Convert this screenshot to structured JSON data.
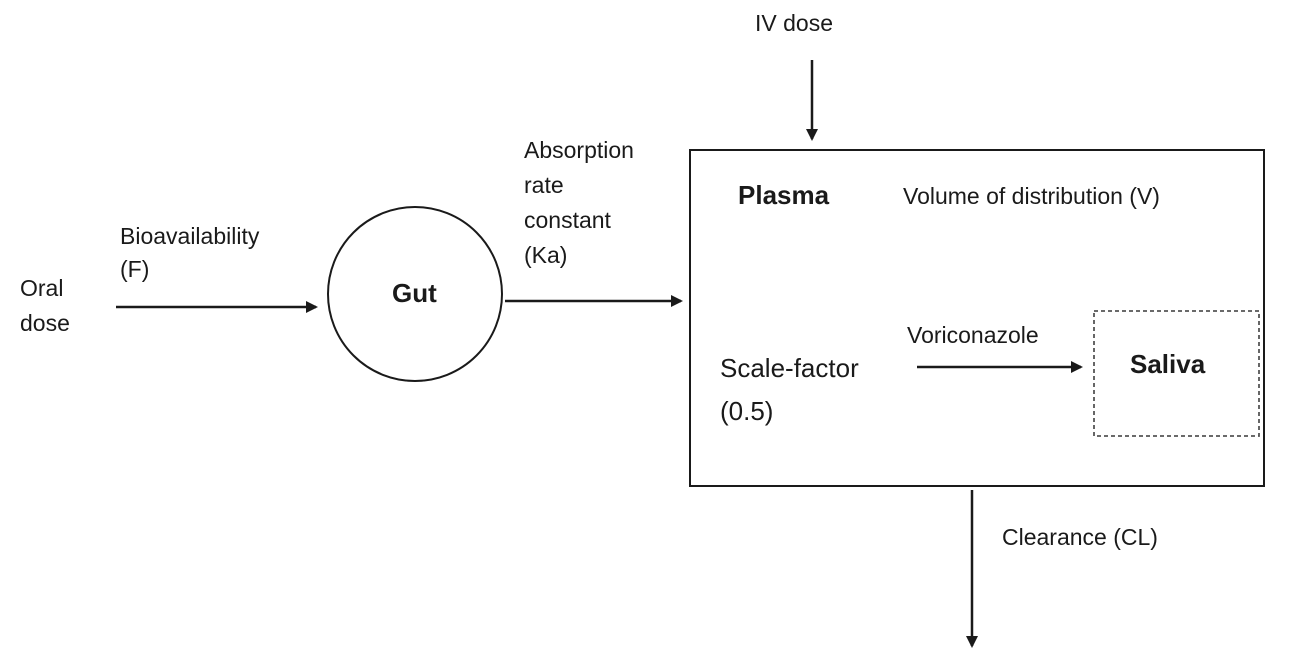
{
  "labels": {
    "iv_dose": "IV dose",
    "oral_dose_line1": "Oral",
    "oral_dose_line2": "dose",
    "bioavailability_line1": "Bioavailability",
    "bioavailability_line2": "(F)",
    "absorption_line1": "Absorption",
    "absorption_line2": "rate",
    "absorption_line3": "constant",
    "absorption_line4": "(Ka)",
    "clearance": "Clearance (CL)",
    "volume": "Volume of distribution (V)",
    "scale_factor_line1": "Scale-factor",
    "scale_factor_line2": "(0.5)",
    "voriconazole": "Voriconazole"
  },
  "compartments": {
    "gut": "Gut",
    "plasma": "Plasma",
    "saliva": "Saliva"
  },
  "colors": {
    "stroke": "#1a1a1a",
    "dashed": "#555555"
  }
}
